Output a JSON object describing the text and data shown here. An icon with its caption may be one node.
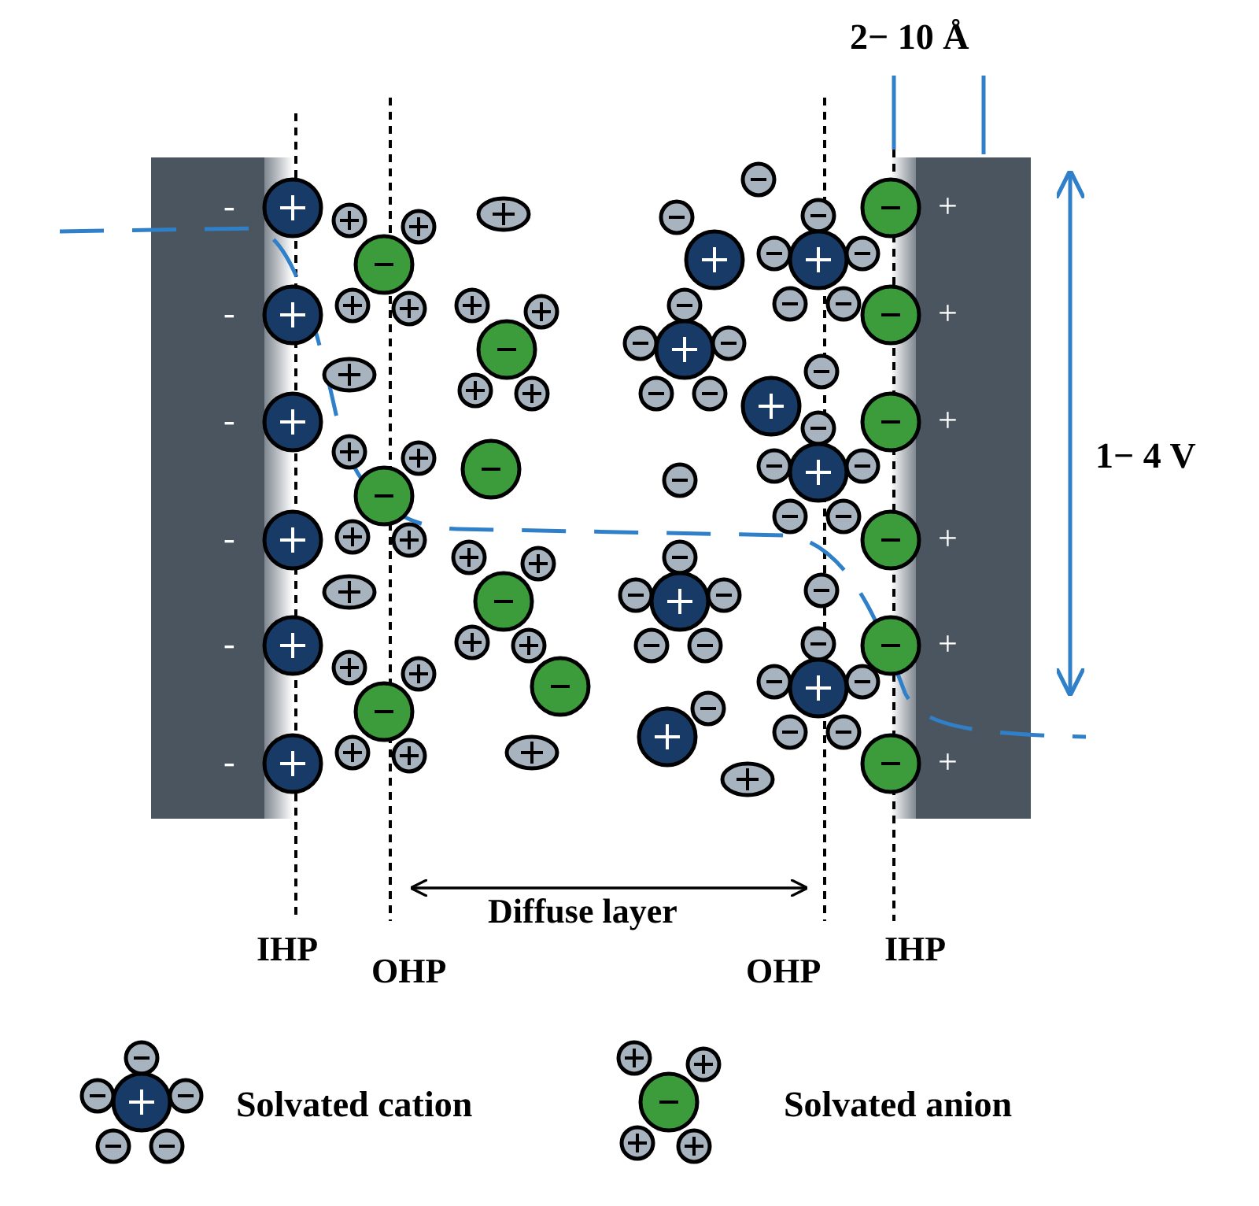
{
  "diagram": {
    "labels": [
      "2− 10 Å",
      "-",
      "+",
      "-",
      "+",
      "-",
      "+",
      "-",
      "+",
      "-",
      "+",
      "-",
      "+",
      "1− 4 V",
      "Diffuse layer",
      "IHP",
      "OHP",
      "OHP",
      "IHP"
    ],
    "legend": [
      {
        "text": "Solvated cation"
      },
      {
        "text": "Solvated anion"
      }
    ]
  }
}
